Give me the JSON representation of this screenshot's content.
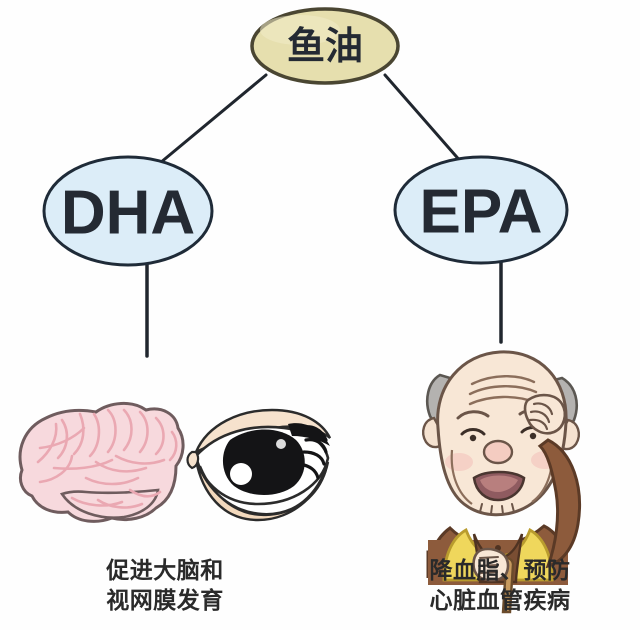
{
  "diagram": {
    "type": "hierarchy",
    "root": {
      "id": "fish-oil",
      "label": "鱼油",
      "shape": "ellipse",
      "fill": "#e6dfae",
      "stroke": "#4a4632"
    },
    "branches": [
      {
        "id": "dha",
        "label": "DHA",
        "shape": "ellipse",
        "fill": "#dcedf8",
        "stroke": "#1f2b38",
        "text_color": "#242a33",
        "icons": [
          "brain-illustration",
          "eye-illustration"
        ],
        "caption": {
          "line1": "促进大脑和",
          "line2": "视网膜发育"
        }
      },
      {
        "id": "epa",
        "label": "EPA",
        "shape": "ellipse",
        "fill": "#dcedf8",
        "stroke": "#1f2b38",
        "text_color": "#242a33",
        "icons": [
          "elderly-man-illustration"
        ],
        "caption": {
          "line1": "降血脂、预防",
          "line2": "心脏血管疾病"
        }
      }
    ],
    "connectors": {
      "stroke": "#20262e",
      "count": 4
    }
  },
  "palette": {
    "background": "#ffffff",
    "fish_oil_fill": "#e6dfae",
    "branch_fill": "#dcedf8",
    "outline_dark": "#1f2b38",
    "brain_pink": "#f7d9dd",
    "brain_fold": "#e9a9b3",
    "skin": "#f3ddc5",
    "jacket_brown": "#8d5b3c",
    "vest_yellow": "#efd75c",
    "hair_gray": "#b4b2b0",
    "caption_color": "#2a2a2a"
  }
}
